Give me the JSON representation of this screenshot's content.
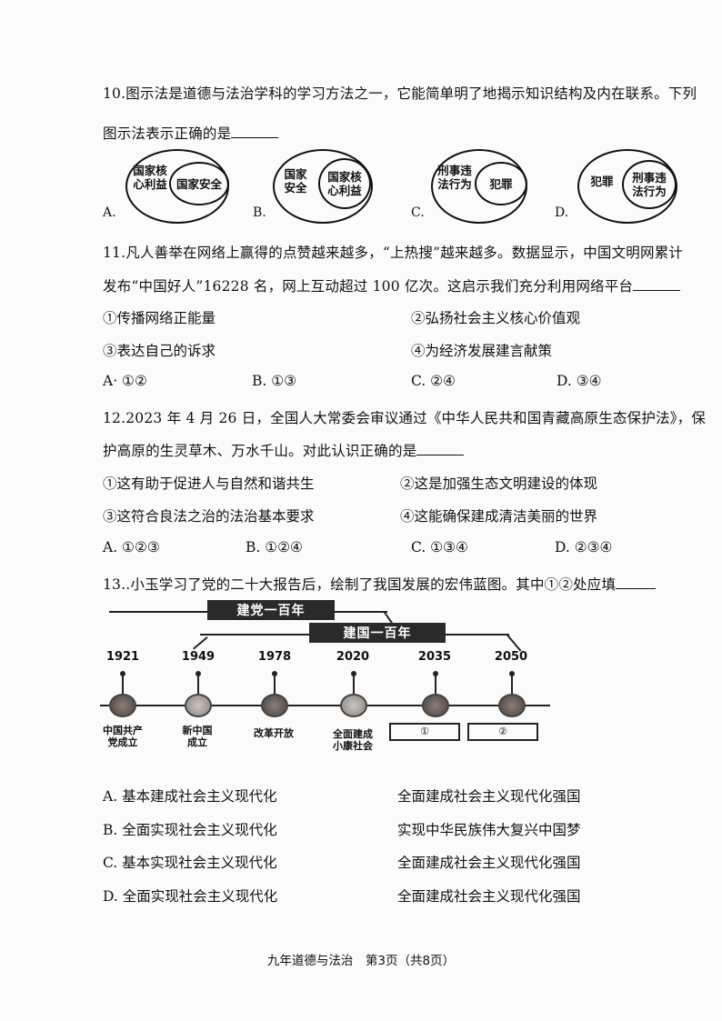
{
  "q10": {
    "line1": "10.图示法是道德与法治学科的学习方法之一，它能简单明了地揭示知识结构及内在联系。下列",
    "line2": "图示法表示正确的是",
    "diagrams": [
      {
        "label": "A.",
        "outer": "国家核心利益",
        "outer_l1": "国家核",
        "outer_l2": "心利益",
        "inner_l1": "国家安全",
        "inner_l2": ""
      },
      {
        "label": "B.",
        "outer": "国家安全",
        "outer_l1": "国家",
        "outer_l2": "安全",
        "inner_l1": "国家核",
        "inner_l2": "心利益"
      },
      {
        "label": "C.",
        "outer": "刑事违法行为",
        "outer_l1": "刑事违",
        "outer_l2": "法行为",
        "inner_l1": "犯罪",
        "inner_l2": ""
      },
      {
        "label": "D.",
        "outer": "犯罪",
        "outer_l1": "犯罪",
        "outer_l2": "",
        "inner_l1": "刑事违",
        "inner_l2": "法行为"
      }
    ]
  },
  "q11": {
    "line1": "11.凡人善举在网络上赢得的点赞越来越多，“上热搜”越来越多。数据显示，中国文明网累计",
    "line2": "发布“中国好人”16228 名，网上互动超过 100 亿次。这启示我们充分利用网络平台",
    "statements": [
      "①传播网络正能量",
      "②弘扬社会主义核心价值观",
      "③表达自己的诉求",
      "④为经济发展建言献策"
    ],
    "options": [
      "A· ①②",
      "B. ①③",
      "C. ②④",
      "D. ③④"
    ]
  },
  "q12": {
    "line1": "12.2023 年 4 月 26 日，全国人大常委会审议通过《中华人民共和国青藏高原生态保护法》，保",
    "line2": "护高原的生灵草木、万水千山。对此认识正确的是",
    "statements": [
      "①这有助于促进人与自然和谐共生",
      "②这是加强生态文明建设的体现",
      "③这符合良法之治的法治基本要求",
      "④这能确保建成清洁美丽的世界"
    ],
    "options": [
      "A. ①②③",
      "B. ①②④",
      "C. ①③④",
      "D. ②③④"
    ]
  },
  "q13": {
    "line1": "13..小玉学习了党的二十大报告后，绘制了我国发展的宏伟蓝图。其中①②处应填",
    "timeline": {
      "banner_party": "建党一百年",
      "banner_nation": "建国一百年",
      "years": [
        "1921",
        "1949",
        "1978",
        "2020",
        "2035",
        "2050"
      ],
      "events": [
        {
          "l1": "中国共产",
          "l2": "党成立"
        },
        {
          "l1": "新中国",
          "l2": "成立"
        },
        {
          "l1": "改革开放",
          "l2": ""
        },
        {
          "l1": "全面建成",
          "l2": "小康社会"
        },
        {
          "box": "①"
        },
        {
          "box": "②"
        }
      ]
    },
    "options": [
      {
        "label": "A.",
        "first": "基本建成社会主义现代化",
        "second": "全面建成社会主义现代化强国"
      },
      {
        "label": "B.",
        "first": "全面实现社会主义现代化",
        "second": "实现中华民族伟大复兴中国梦"
      },
      {
        "label": "C.",
        "first": "基本实现社会主义现代化",
        "second": "全面建成社会主义现代化强国"
      },
      {
        "label": "D.",
        "first": "全面实现社会主义现代化",
        "second": "全面建成社会主义现代化强国"
      }
    ]
  },
  "footer": "九年道德与法治　第3页（共8页）"
}
